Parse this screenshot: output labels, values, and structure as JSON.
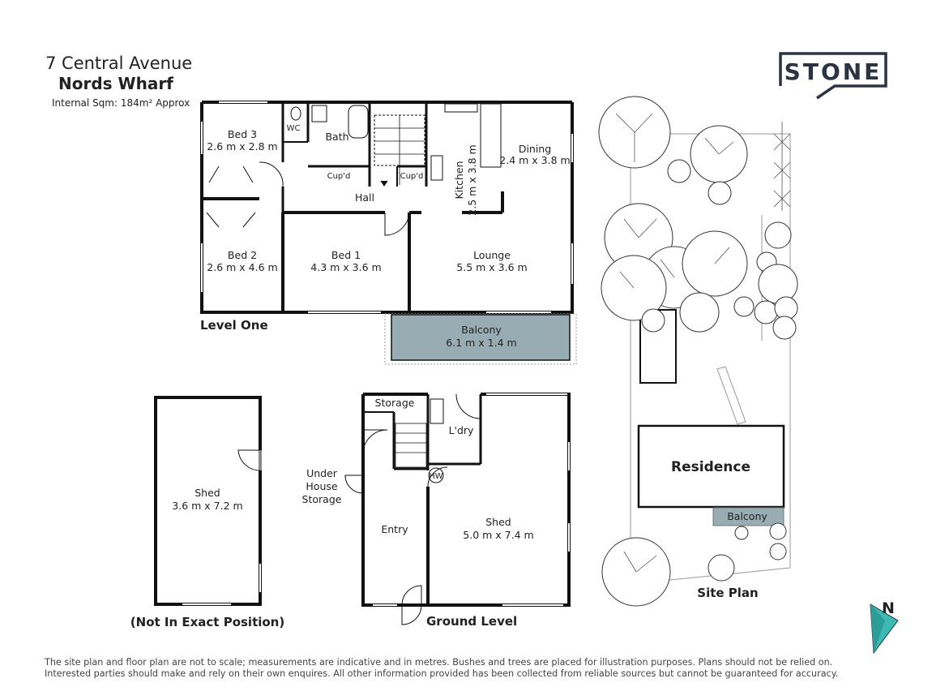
{
  "header": {
    "address_line1": "7 Central Avenue",
    "address_line2": "Nords Wharf",
    "internal_sqm": "Internal Sqm: 184m² Approx"
  },
  "brand": {
    "logo_text": "STONE",
    "color": "#2b3440"
  },
  "level_one": {
    "title": "Level One",
    "rooms": {
      "bed3": {
        "name": "Bed 3",
        "dims": "2.6 m x 2.8 m"
      },
      "wc": {
        "name": "WC"
      },
      "bath": {
        "name": "Bath"
      },
      "cupd1": {
        "name": "Cup'd"
      },
      "cupd2": {
        "name": "Cup'd"
      },
      "hall": {
        "name": "Hall"
      },
      "kitchen": {
        "name": "Kitchen",
        "dims": "2.5 m x 3.8 m"
      },
      "dining": {
        "name": "Dining",
        "dims": "2.4 m x 3.8 m"
      },
      "bed2": {
        "name": "Bed 2",
        "dims": "2.6 m x 4.6 m"
      },
      "bed1": {
        "name": "Bed 1",
        "dims": "4.3 m x 3.6 m"
      },
      "lounge": {
        "name": "Lounge",
        "dims": "5.5 m x 3.6 m"
      },
      "balcony": {
        "name": "Balcony",
        "dims": "6.1 m x 1.4 m"
      }
    }
  },
  "ground_level": {
    "title": "Ground Level",
    "rooms": {
      "storage": {
        "name": "Storage"
      },
      "laundry": {
        "name": "L'dry"
      },
      "hw": {
        "name": "HW"
      },
      "under_house_1": "Under",
      "under_house_2": "House",
      "under_house_3": "Storage",
      "entry": {
        "name": "Entry"
      },
      "shed": {
        "name": "Shed",
        "dims": "5.0 m x 7.4 m"
      }
    }
  },
  "detached_shed": {
    "name": "Shed",
    "dims": "3.6 m x 7.2 m",
    "note": "(Not In Exact Position)"
  },
  "site_plan": {
    "title": "Site Plan",
    "residence": "Residence",
    "balcony": "Balcony"
  },
  "north_label": "N",
  "disclaimer": {
    "line1": "The site plan and floor plan are not to scale; measurements are indicative and in metres. Bushes and trees are placed for illustration purposes. Plans should not be relied on.",
    "line2": "Interested parties should make and rely on their own enquires. All other information provided has been collected from reliable sources but cannot be guaranteed for accuracy."
  },
  "colors": {
    "wall": "#111111",
    "balcony_fill": "#97adb3",
    "north_teal": "#3fb8b1"
  }
}
